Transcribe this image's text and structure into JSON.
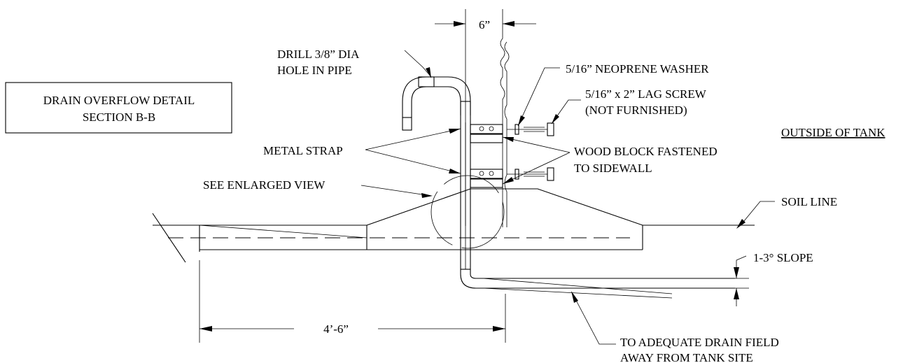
{
  "title_box": {
    "line1": "DRAIN OVERFLOW DETAIL",
    "line2": "SECTION B-B"
  },
  "dimensions": {
    "pipe_spacing": "6”",
    "horizontal_offset": "4’-6”"
  },
  "labels": {
    "drill_line1": "DRILL 3/8” DIA",
    "drill_line2": "HOLE IN PIPE",
    "washer": "5/16” NEOPRENE WASHER",
    "lag_line1": "5/16” x 2” LAG SCREW",
    "lag_line2": "(NOT FURNISHED)",
    "outside": "OUTSIDE OF TANK",
    "metal_strap": "METAL STRAP",
    "wood_line1": "WOOD BLOCK FASTENED",
    "wood_line2": "TO SIDEWALL",
    "enlarged": "SEE ENLARGED VIEW",
    "soil": "SOIL LINE",
    "slope": "1-3° SLOPE",
    "drain_line1": "TO ADEQUATE DRAIN FIELD",
    "drain_line2": "AWAY FROM TANK SITE"
  }
}
